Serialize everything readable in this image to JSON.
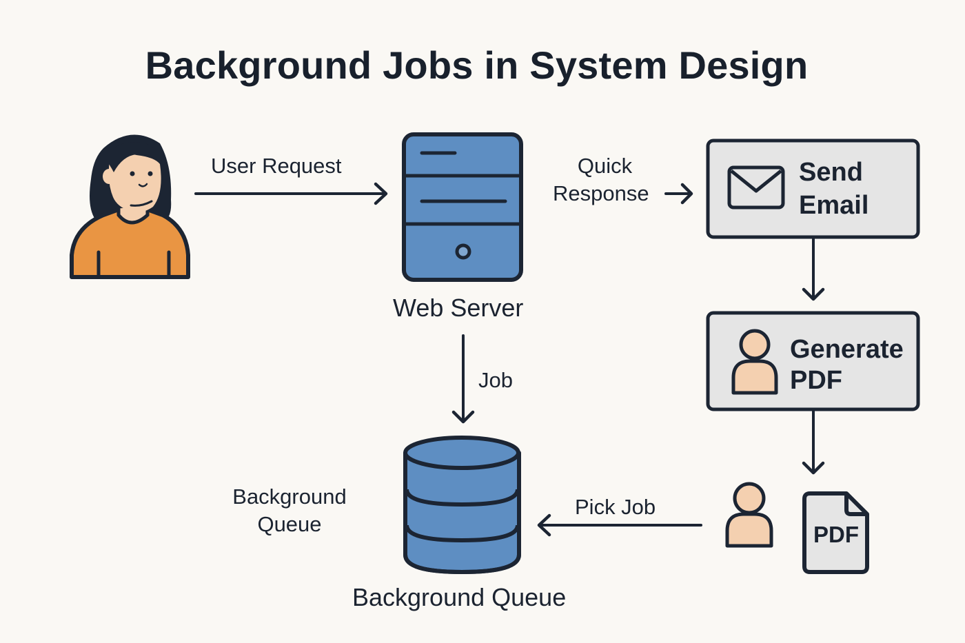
{
  "title": "Background Jobs in System Design",
  "colors": {
    "background": "#faf8f4",
    "ink": "#1b2330",
    "server_blue": "#5e8ec2",
    "box_gray": "#e5e5e5",
    "skin": "#f4d0b0",
    "shirt_orange": "#e99543"
  },
  "nodes": {
    "user": {
      "icon": "woman-user-icon"
    },
    "web_server": {
      "label": "Web Server",
      "icon": "server-icon"
    },
    "background_queue": {
      "label": "Background Queue",
      "icon": "database-icon",
      "side_label": "Background\nQueue",
      "side_label_line1": "Background",
      "side_label_line2": "Queue"
    },
    "send_email": {
      "label_line1": "Send",
      "label_line2": "Email",
      "icon": "envelope-icon"
    },
    "generate_pdf": {
      "label_line1": "Generate",
      "label_line2": "PDF",
      "icon": "person-icon"
    },
    "worker": {
      "icon": "person-icon"
    },
    "pdf_file": {
      "label": "PDF",
      "icon": "pdf-file-icon"
    }
  },
  "edges": {
    "user_request": {
      "label": "User Request",
      "from": "user",
      "to": "web_server"
    },
    "quick_response": {
      "label_line1": "Quick",
      "label_line2": "Response",
      "from": "web_server",
      "to": "send_email"
    },
    "job": {
      "label": "Job",
      "from": "web_server",
      "to": "background_queue"
    },
    "email_to_pdf": {
      "from": "send_email",
      "to": "generate_pdf"
    },
    "pdf_to_worker": {
      "from": "generate_pdf",
      "to": "pdf_file"
    },
    "pick_job": {
      "label": "Pick Job",
      "from": "worker",
      "to": "background_queue"
    }
  }
}
